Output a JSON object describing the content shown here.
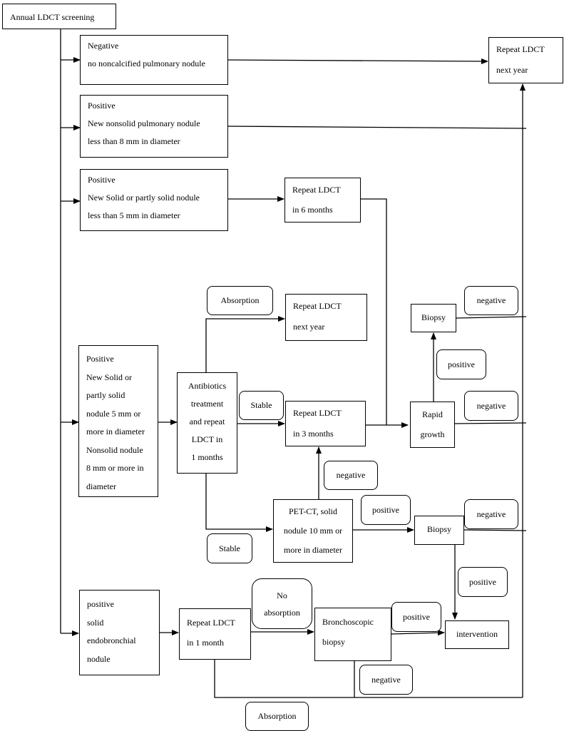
{
  "start": "Annual LDCT screening",
  "negative_box": [
    "Negative",
    "no noncalcified pulmonary nodule"
  ],
  "repeat_next_year_top": [
    "Repeat LDCT",
    "next year"
  ],
  "positive_nonsolid": [
    "Positive",
    "New nonsolid pulmonary nodule",
    "less than 8 mm in diameter"
  ],
  "positive_solid_small": [
    "Positive",
    "New Solid or partly solid nodule",
    "less than 5 mm in diameter"
  ],
  "repeat_6_months": [
    "Repeat LDCT",
    "in 6 months"
  ],
  "positive_large": [
    "Positive",
    "New Solid or",
    "partly solid",
    "nodule 5 mm or",
    "more in diameter",
    "Nonsolid nodule",
    "8 mm or more in",
    "diameter"
  ],
  "antibiotics": [
    "Antibiotics",
    "treatment",
    "and repeat",
    "LDCT in",
    "1 months"
  ],
  "absorption_label_1": "Absorption",
  "repeat_next_year_mid": [
    "Repeat LDCT",
    "next year"
  ],
  "stable_label_1": "Stable",
  "repeat_3_months": [
    "Repeat LDCT",
    "in 3 months"
  ],
  "rapid_growth": [
    "Rapid",
    "growth"
  ],
  "biopsy_top": "Biopsy",
  "negative_label_1": "negative",
  "positive_label_1": "positive",
  "negative_label_2": "negative",
  "negative_label_3": "negative",
  "stable_label_2": "Stable",
  "petct": [
    "PET-CT, solid",
    "nodule 10 mm or",
    "more in diameter"
  ],
  "positive_label_2": "positive",
  "biopsy_mid": "Biopsy",
  "negative_label_4": "negative",
  "positive_label_3": "positive",
  "positive_endobronchial": [
    "positive",
    "solid",
    "endobronchial",
    "nodule"
  ],
  "repeat_1_month": [
    "Repeat LDCT",
    "in 1 month"
  ],
  "no_absorption": [
    "No",
    "absorption"
  ],
  "bronchoscopic": [
    "Bronchoscopic",
    "biopsy"
  ],
  "positive_label_4": "positive",
  "intervention": "intervention",
  "negative_label_5": "negative",
  "absorption_label_2": "Absorption"
}
